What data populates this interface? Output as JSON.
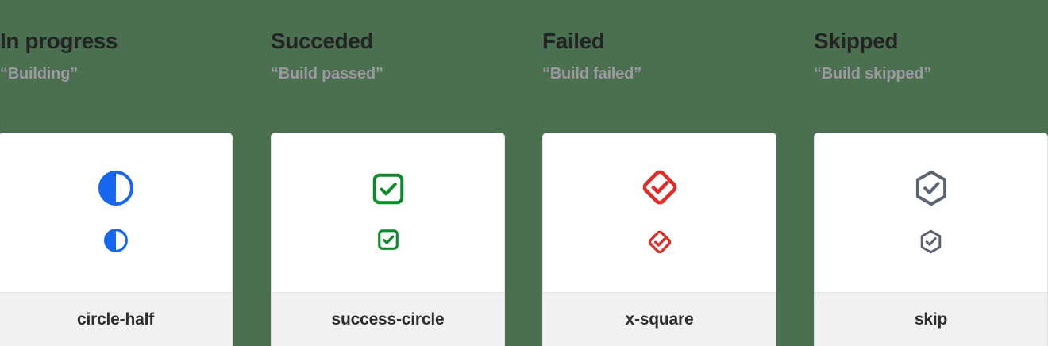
{
  "background_color": "#4a7050",
  "columns": [
    {
      "title": "In progress",
      "subtitle": "“Building”",
      "icon_name": "circle-half",
      "icon_label": "circle-half",
      "icon_color": "#1766f0",
      "icon_big_size": 48,
      "icon_small_size": 32
    },
    {
      "title": "Succeded",
      "subtitle": "“Build passed”",
      "icon_name": "success-circle",
      "icon_label": "success-circle",
      "icon_color": "#0e8a2d",
      "icon_big_size": 46,
      "icon_small_size": 30
    },
    {
      "title": "Failed",
      "subtitle": "“Build failed”",
      "icon_name": "x-square",
      "icon_label": "x-square",
      "icon_color": "#e22b27",
      "icon_big_size": 52,
      "icon_small_size": 34
    },
    {
      "title": "Skipped",
      "subtitle": "“Build skipped”",
      "icon_name": "skip",
      "icon_label": "skip",
      "icon_color": "#5c6370",
      "icon_big_size": 50,
      "icon_small_size": 33
    }
  ]
}
